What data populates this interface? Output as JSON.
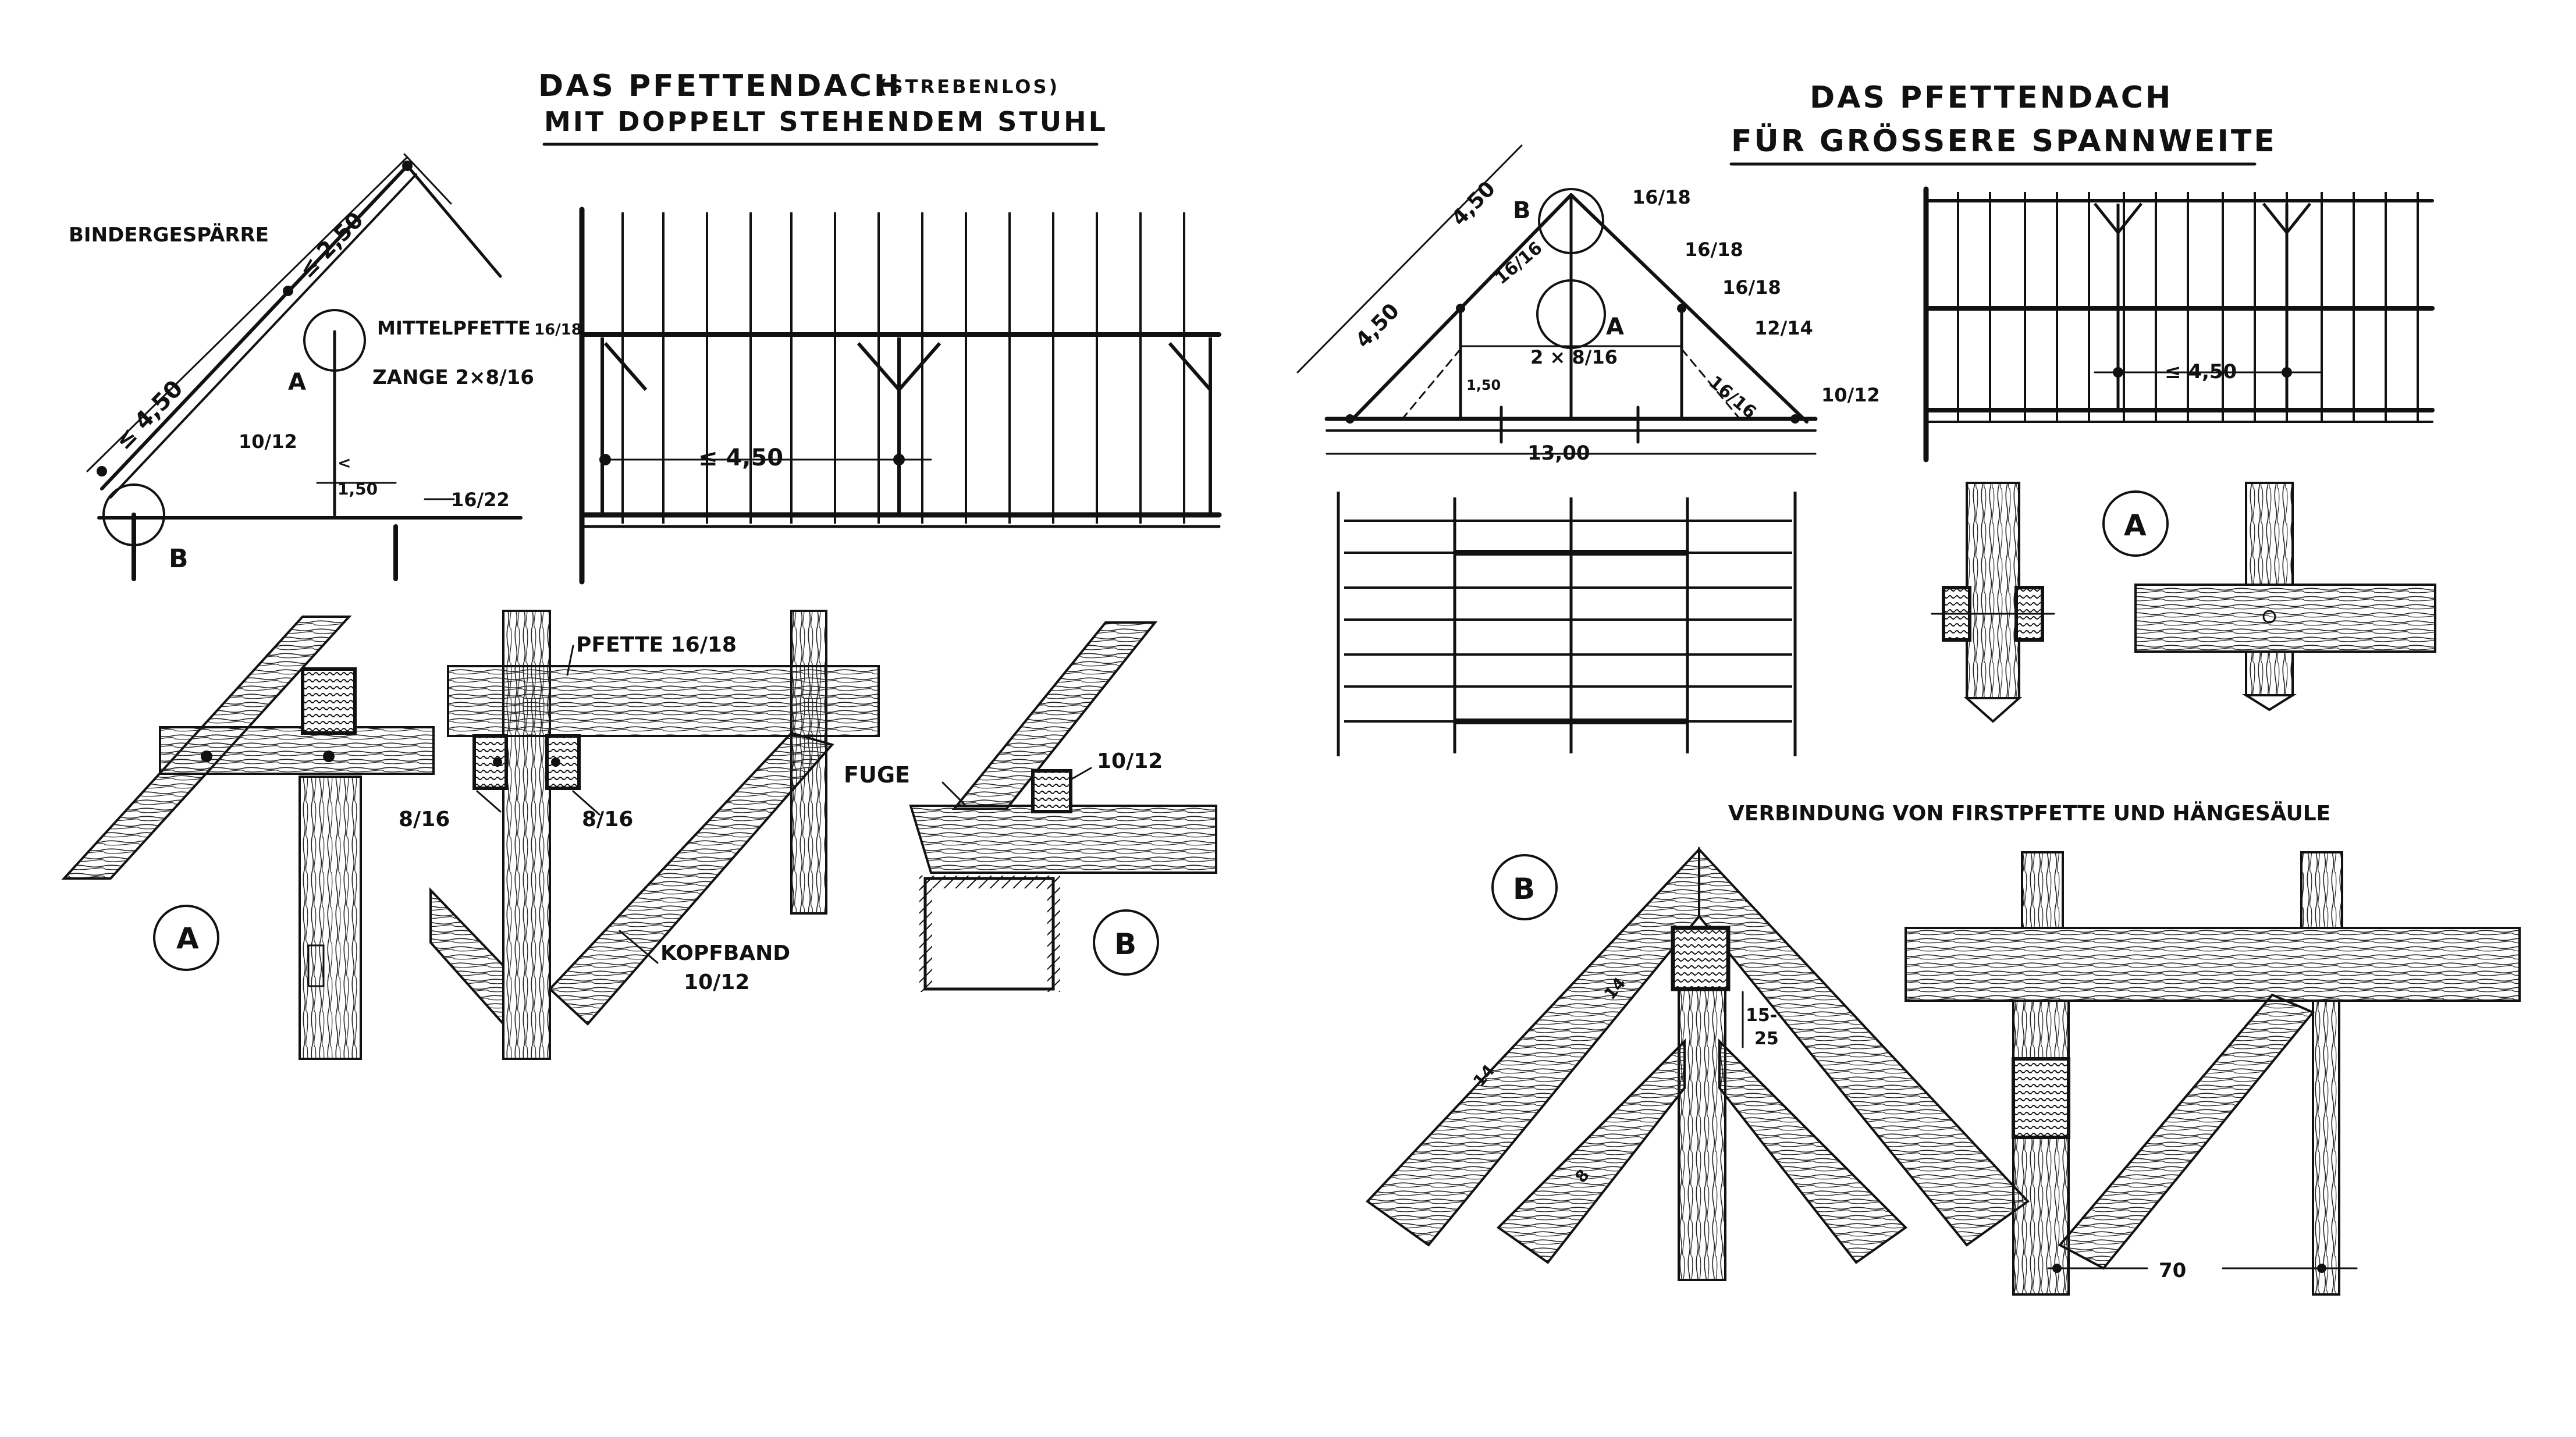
{
  "left": {
    "title_line1": "DAS PFETTENDACH",
    "title_paren": "(STREBENLOS)",
    "title_line2": "MIT DOPPELT STEHENDEM STUHL",
    "binder_label": "BINDERGESPÄRRE",
    "dim_top": "≤ 2,50",
    "dim_slope": "≤ 4,50",
    "mittelpfette": "MITTELPFETTE",
    "mittelpfette_size": "16/18",
    "zange": "ZANGE 2×8/16",
    "rafter": "10/12",
    "dim_150": "1,50",
    "lt_symbol": "<",
    "beam": "16/22",
    "mark_a": "A",
    "mark_b": "B",
    "plan_dim": "≤ 4,50",
    "pfette": "PFETTE 16/18",
    "zange_l": "8/16",
    "zange_r": "8/16",
    "kopfband": "KOPFBAND",
    "kopfband_size": "10/12",
    "fuge": "FUGE",
    "fuge_size": "10/12",
    "detail_a": "A",
    "detail_b": "B"
  },
  "right": {
    "title_line1": "DAS PFETTENDACH",
    "title_line2": "FÜR GRÖSSERE SPANNWEITE",
    "dim_top": "4,50",
    "dim_left": "4,50",
    "mark_b": "B",
    "mark_a": "A",
    "s_ridge": "16/18",
    "s_16a": "16/16",
    "s_16b": "16/18",
    "s_16c": "16/18",
    "s_12": "12/14",
    "s_16d": "16/16",
    "s_10": "10/12",
    "zange": "2 × 8/16",
    "dim_150": "1,50",
    "span": "13,00",
    "plan_dim": "≤ 4,50",
    "detail_a": "A",
    "detail_b": "B",
    "verbindung": "VERBINDUNG VON FIRSTPFETTE UND HÄNGESÄULE",
    "d14": "14",
    "d14b": "14",
    "d8": "8",
    "d15": "15-",
    "d25": "25",
    "d70": "70"
  }
}
